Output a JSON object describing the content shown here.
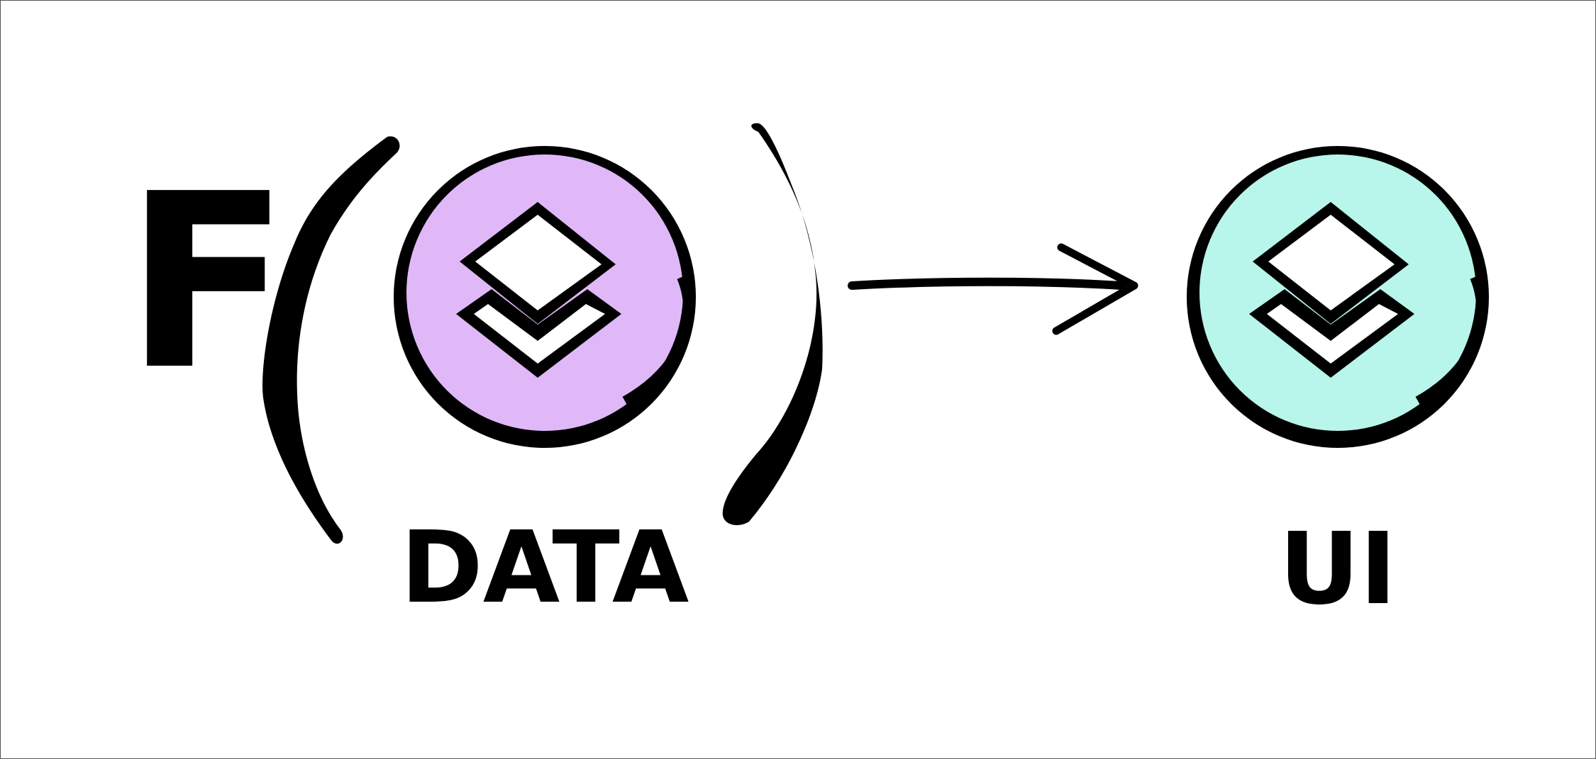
{
  "formula": {
    "function_symbol": "F",
    "open_paren": "(",
    "close_paren": ")"
  },
  "input": {
    "label": "DATA",
    "circle_color": "#e0b8f8",
    "icon": "layers-icon"
  },
  "output": {
    "label": "UI",
    "circle_color": "#b8f5ea",
    "icon": "layers-icon"
  },
  "arrow": {
    "icon": "arrow-right-icon"
  },
  "colors": {
    "ink": "#000000",
    "background": "#ffffff"
  }
}
